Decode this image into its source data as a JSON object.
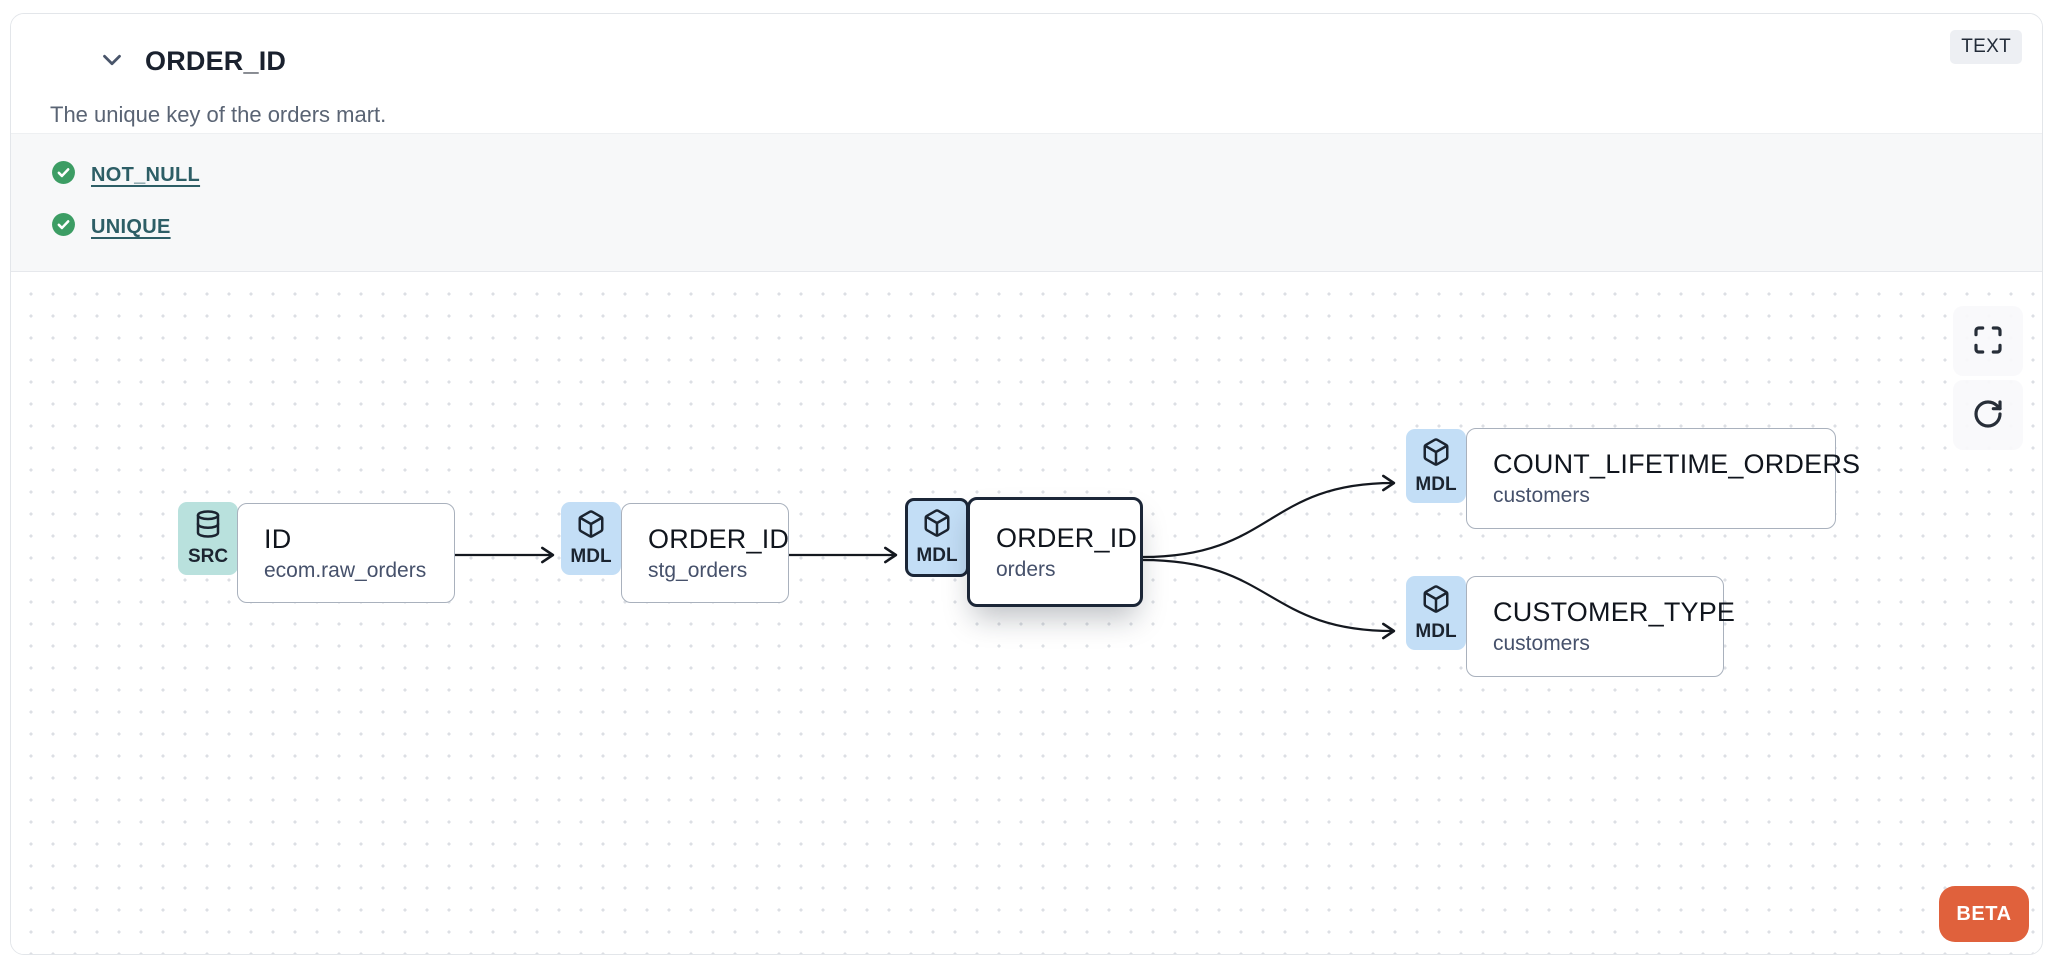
{
  "header": {
    "title": "ORDER_ID",
    "type_badge": "TEXT",
    "description": "The unique key of the orders mart.",
    "collapse_icon": "chevron-down-icon"
  },
  "tests": {
    "items": [
      {
        "label": "NOT_NULL",
        "status": "pass",
        "icon": "check-circle-icon"
      },
      {
        "label": "UNIQUE",
        "status": "pass",
        "icon": "check-circle-icon"
      }
    ]
  },
  "lineage": {
    "nodes": [
      {
        "kind": "SRC",
        "icon": "database-icon",
        "title": "ID",
        "subtitle": "ecom.raw_orders",
        "selected": false
      },
      {
        "kind": "MDL",
        "icon": "cube-icon",
        "title": "ORDER_ID",
        "subtitle": "stg_orders",
        "selected": false
      },
      {
        "kind": "MDL",
        "icon": "cube-icon",
        "title": "ORDER_ID",
        "subtitle": "orders",
        "selected": true
      },
      {
        "kind": "MDL",
        "icon": "cube-icon",
        "title": "COUNT_LIFETIME_ORDERS",
        "subtitle": "customers",
        "selected": false
      },
      {
        "kind": "MDL",
        "icon": "cube-icon",
        "title": "CUSTOMER_TYPE",
        "subtitle": "customers",
        "selected": false
      }
    ],
    "edges": [
      {
        "from": "ID.ecom.raw_orders",
        "to": "ORDER_ID.stg_orders"
      },
      {
        "from": "ORDER_ID.stg_orders",
        "to": "ORDER_ID.orders"
      },
      {
        "from": "ORDER_ID.orders",
        "to": "COUNT_LIFETIME_ORDERS.customers"
      },
      {
        "from": "ORDER_ID.orders",
        "to": "CUSTOMER_TYPE.customers"
      }
    ],
    "controls": {
      "fullscreen": "fullscreen-icon",
      "refresh": "refresh-icon"
    },
    "beta_label": "BETA"
  },
  "colors": {
    "src_badge_bg": "#b9e1dd",
    "mdl_badge_bg": "#c3def6",
    "selected_border": "#1b2637",
    "node_border": "#a9b1bd",
    "test_link": "#2d5e66",
    "check_green": "#3c9d64",
    "beta_bg": "#e0613c",
    "edge": "#14181f",
    "section_bg": "#f7f8f9",
    "canvas_dot": "#dcdfe4",
    "type_badge_bg": "#edeff3"
  }
}
